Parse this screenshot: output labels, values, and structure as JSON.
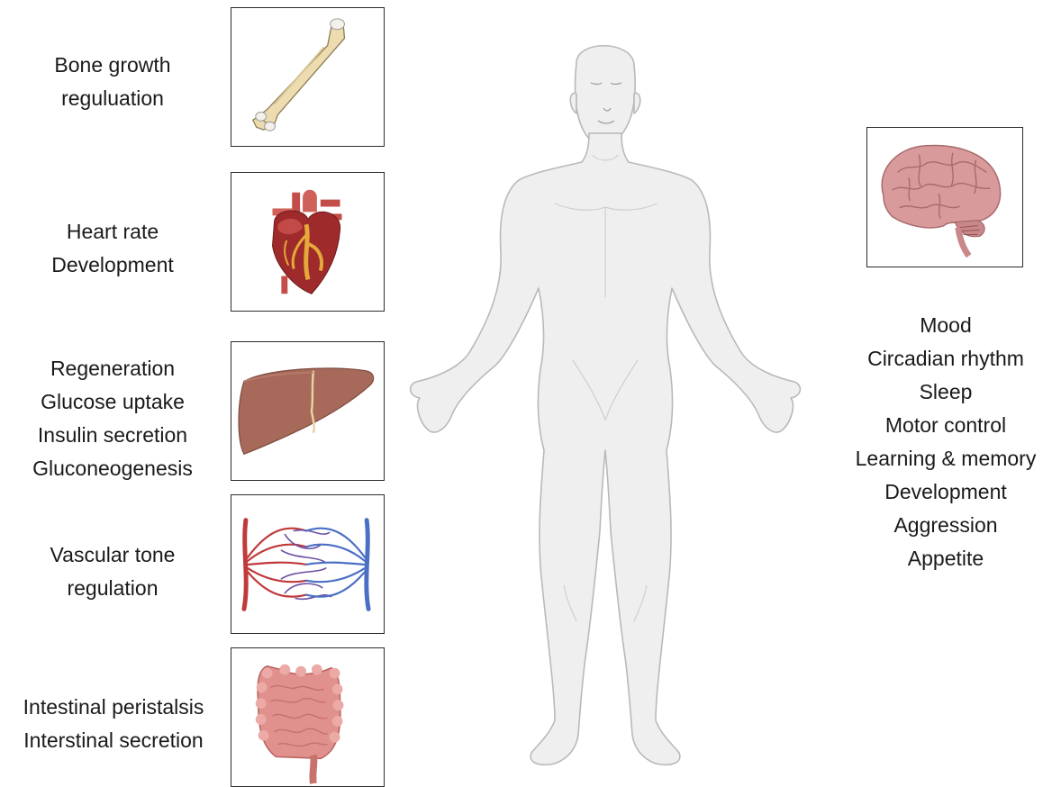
{
  "colors": {
    "bone": "#ecdcb0",
    "heart": "#9e2a2b",
    "liver": "#a6695a",
    "artery": "#c0393b",
    "vein": "#4a6fc4",
    "intestine": "#e0918e",
    "brain": "#d99a9c",
    "skin": "#efefef",
    "outline": "#b9b9b9"
  },
  "organs": {
    "bone": {
      "icon": "femur-bone-icon",
      "lines": [
        "Bone growth",
        "reguluation"
      ]
    },
    "heart": {
      "icon": "heart-icon",
      "lines": [
        "Heart rate",
        "Development"
      ]
    },
    "liver": {
      "icon": "liver-icon",
      "lines": [
        "Regeneration",
        "Glucose uptake",
        "Insulin secretion",
        "Gluconeogenesis"
      ]
    },
    "vessels": {
      "icon": "blood-vessels-icon",
      "lines": [
        "Vascular tone",
        "regulation"
      ]
    },
    "intestine": {
      "icon": "intestine-icon",
      "lines": [
        "Intestinal peristalsis",
        "Interstinal secretion"
      ]
    },
    "brain": {
      "icon": "brain-icon",
      "lines": [
        "Mood",
        "Circadian rhythm",
        "Sleep",
        "Motor control",
        "Learning & memory",
        "Development",
        "Aggression",
        "Appetite"
      ]
    }
  },
  "figure": {
    "icon": "human-body-icon"
  }
}
